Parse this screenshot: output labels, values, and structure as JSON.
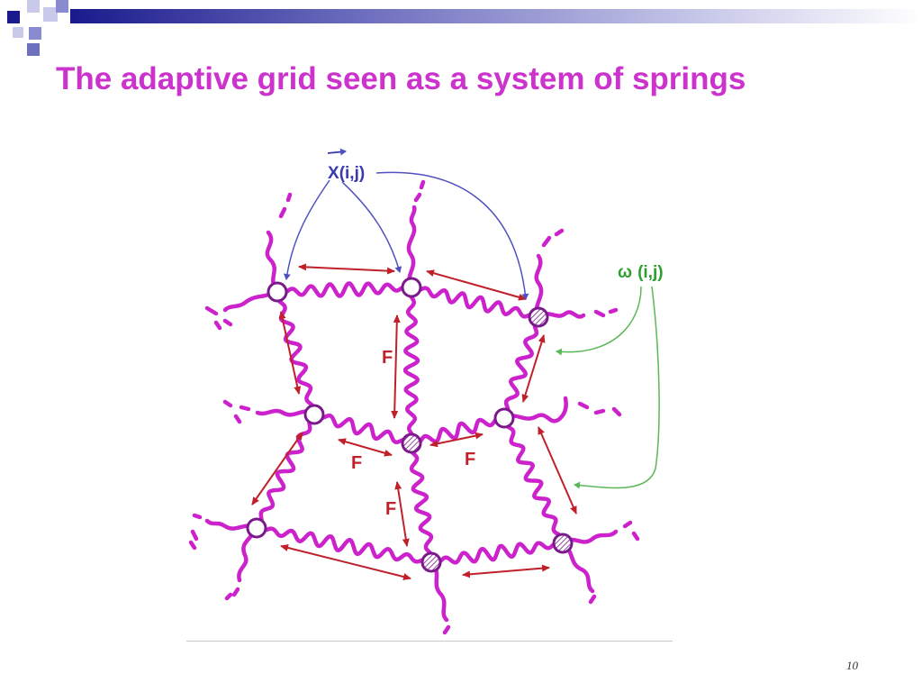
{
  "slide": {
    "title": "The adaptive grid seen as a system of springs",
    "page_number": "10"
  },
  "diagram": {
    "position_label_main": "X",
    "position_label_index": "(i,j)",
    "weight_label_symbol": "ω",
    "weight_label_index": "(i,j)",
    "force_label": "F",
    "colors": {
      "spring": "#cc22cc",
      "node_outline": "#7a1a8a",
      "force_arrow": "#c0202a",
      "position_label": "#3a3ab0",
      "weight_label": "#2e9e2e"
    }
  },
  "decoration": {
    "title_color": "#cc33cc",
    "bar_color": "#1a1a8c"
  }
}
